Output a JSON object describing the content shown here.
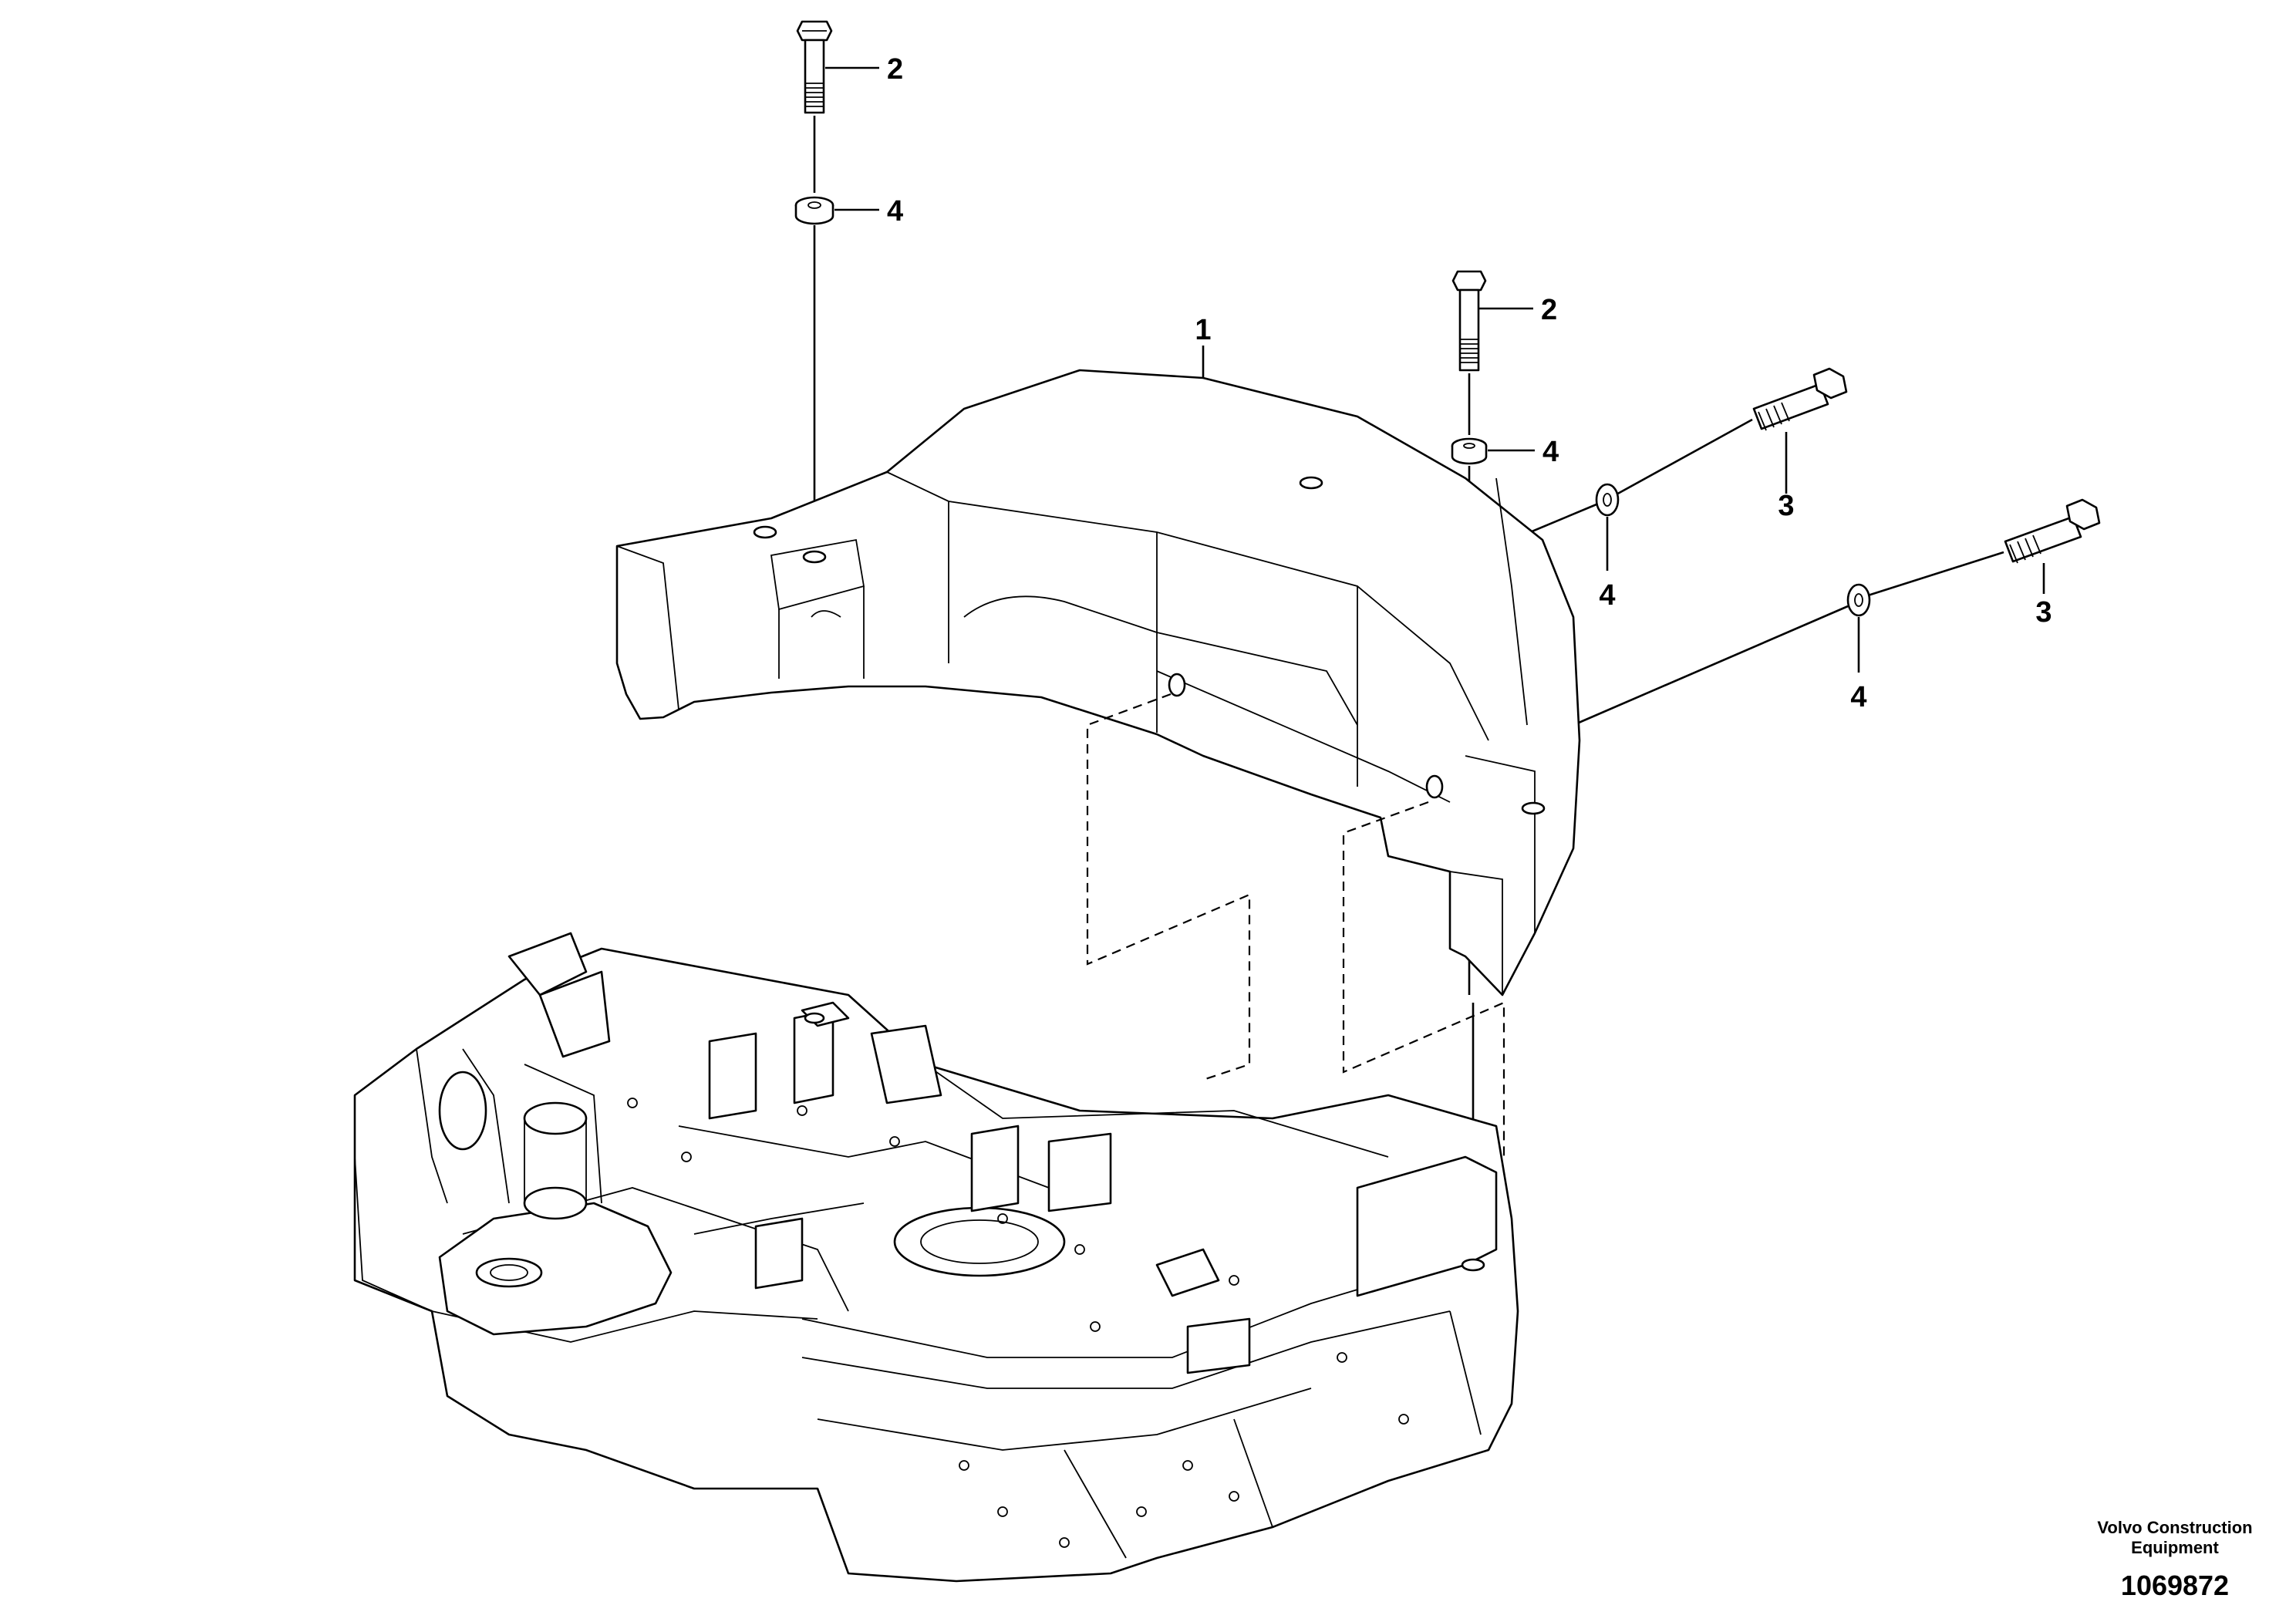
{
  "callouts": {
    "c1": "1",
    "c2a": "2",
    "c2b": "2",
    "c3a": "3",
    "c3b": "3",
    "c4a": "4",
    "c4b": "4",
    "c4c": "4",
    "c4d": "4"
  },
  "footer": {
    "company_line1": "Volvo Construction",
    "company_line2": "Equipment",
    "figure_number": "1069872"
  }
}
